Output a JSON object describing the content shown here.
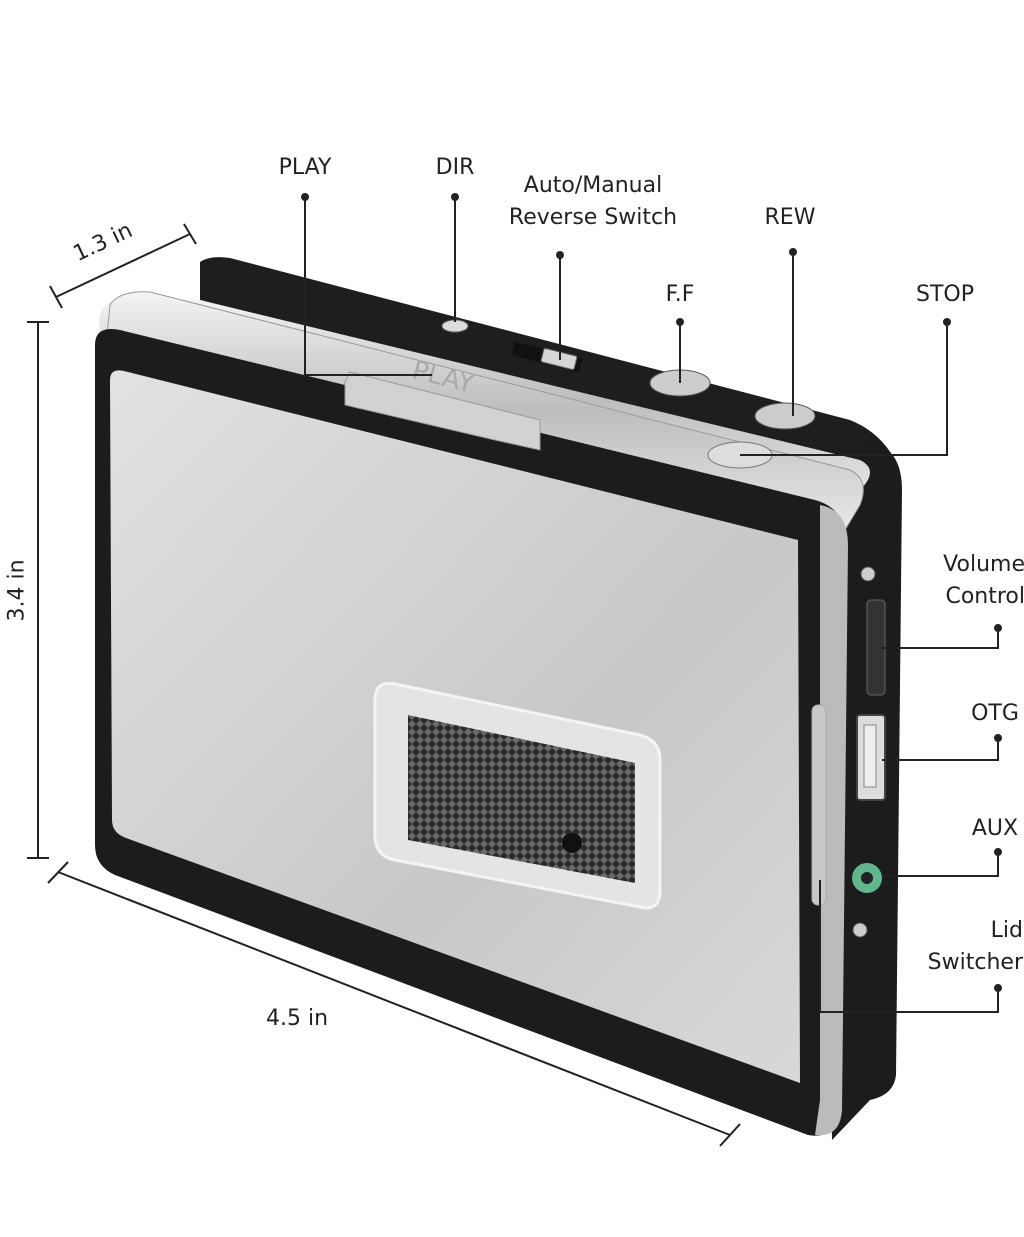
{
  "dimensions": {
    "depth": "1.3 in",
    "height": "3.4 in",
    "width": "4.5 in"
  },
  "callouts": {
    "play": "PLAY",
    "dir": "DIR",
    "reverse_switch_line1": "Auto/Manual",
    "reverse_switch_line2": "Reverse Switch",
    "rew": "REW",
    "ff": "F.F",
    "stop": "STOP",
    "volume_line1": "Volume",
    "volume_line2": "Control",
    "otg": "OTG",
    "aux": "AUX",
    "lid_line1": "Lid",
    "lid_line2": "Switcher"
  },
  "device_markings": {
    "play_button": "PLAY"
  },
  "colors": {
    "body_black": "#1c1c1c",
    "silver": "#c9c9c9",
    "aux_jack": "#5fb88a"
  }
}
